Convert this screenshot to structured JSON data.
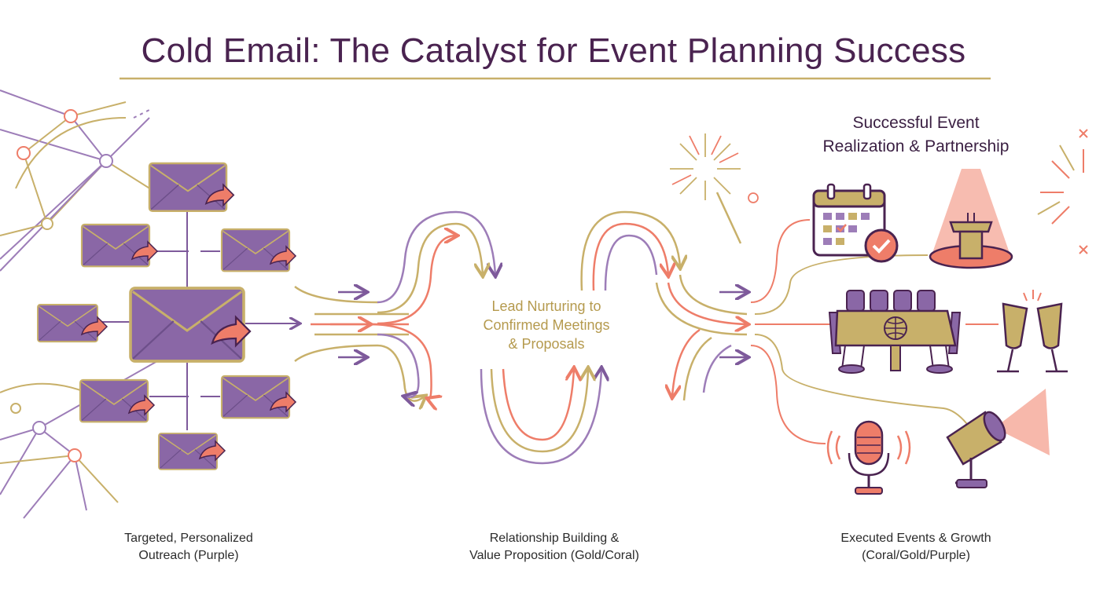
{
  "title": "Cold Email: The Catalyst for Event Planning Success",
  "center_label": [
    "Lead Nurturing to",
    "Confirmed Meetings",
    "& Proposals"
  ],
  "destination_title": [
    "Successful Event",
    "Realization & Partnership"
  ],
  "stage_labels": {
    "outreach": [
      "Targeted, Personalized",
      "Outreach (Purple)"
    ],
    "relationship": [
      "Relationship Building &",
      "Value Proposition (Gold/Coral)"
    ],
    "executed": [
      "Executed Events & Growth",
      "(Coral/Gold/Purple)"
    ]
  },
  "colors": {
    "purple": "#7e5a9b",
    "purple_light": "#9d7db8",
    "gold": "#c8b06a",
    "coral": "#ee7d69",
    "dark": "#4a2350"
  },
  "icons": [
    "envelope-icon",
    "calendar-check-icon",
    "podium-spotlight-icon",
    "conference-table-icon",
    "champagne-toast-icon",
    "microphone-icon",
    "spotlight-icon",
    "firework-icon"
  ]
}
